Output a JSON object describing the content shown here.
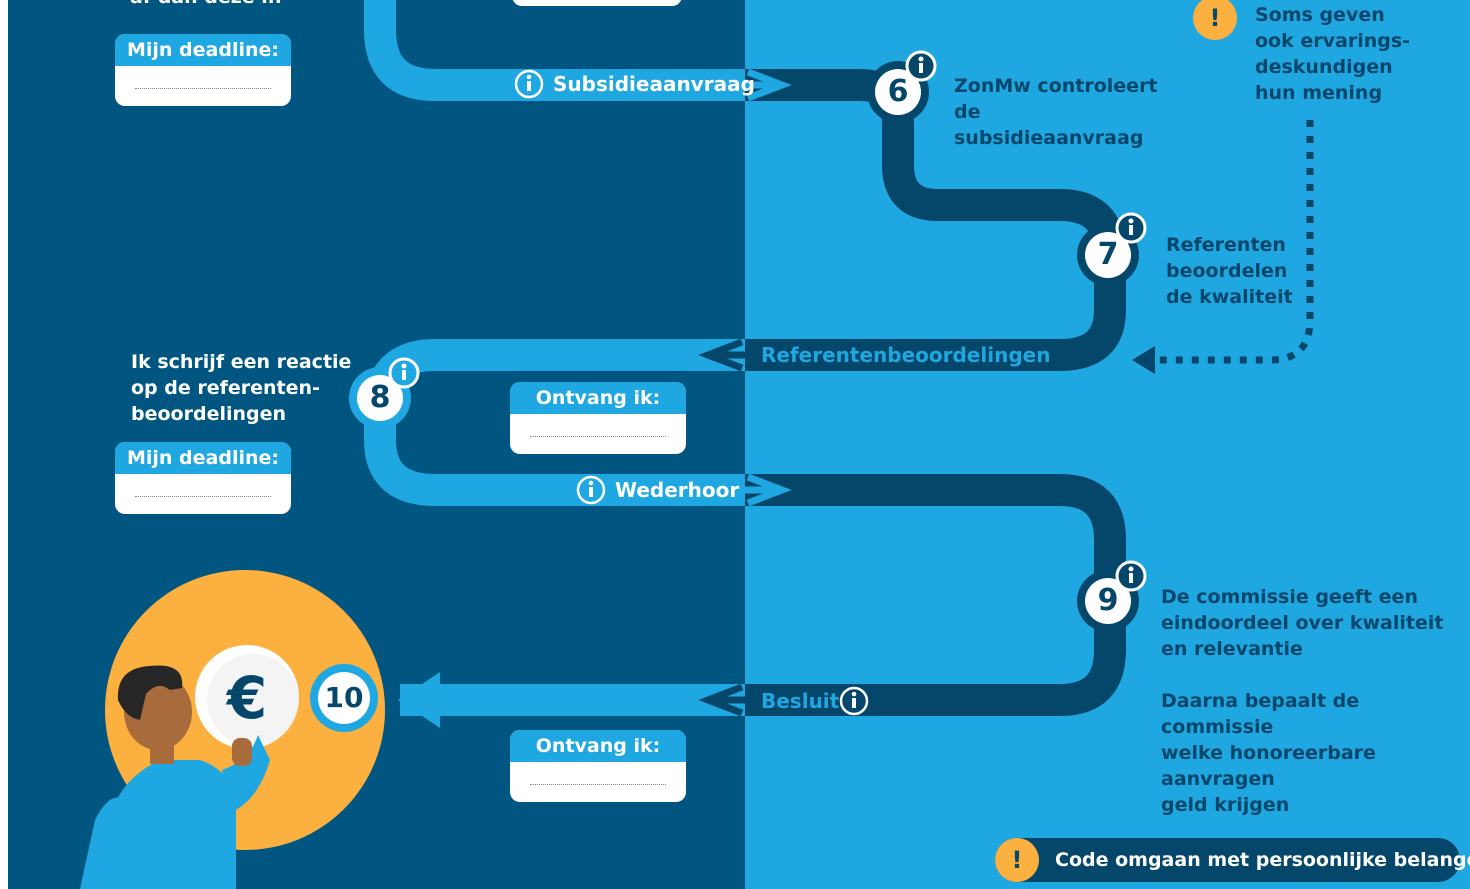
{
  "clipped_top_text": "af dan deze in",
  "cards": {
    "deadline_1": {
      "label": "Mijn deadline:"
    },
    "receive_1": {
      "label": "Ontvang ik:"
    },
    "deadline_2": {
      "label": "Mijn deadline:"
    },
    "receive_2": {
      "label": "Ontvang ik:"
    }
  },
  "edges": {
    "subsidieaanvraag": "Subsidieaanvraag",
    "referentenbeoordelingen": "Referentenbeoordelingen",
    "wederhoor": "Wederhoor",
    "besluit": "Besluit"
  },
  "steps": {
    "s6": {
      "number": "6",
      "text": "ZonMw controleert de subsidieaanvraag"
    },
    "s7": {
      "number": "7",
      "text_lines": [
        "Referenten",
        "beoordelen",
        "de kwaliteit"
      ]
    },
    "s8": {
      "number": "8",
      "text_lines": [
        "Ik schrijf een reactie",
        "op de referenten-",
        "beoordelingen"
      ]
    },
    "s9": {
      "number": "9",
      "text_lines": [
        "De commissie geeft een",
        "eindoordeel over kwaliteit",
        "en relevantie"
      ]
    },
    "s9b": {
      "text_lines": [
        "Daarna bepaalt de commissie",
        "welke honoreerbare aanvragen",
        "geld krijgen"
      ]
    },
    "s10": {
      "number": "10"
    }
  },
  "note": {
    "text_lines": [
      "Soms geven",
      "ook ervarings-",
      "deskundigen",
      "hun mening"
    ],
    "mark": "!"
  },
  "footer": {
    "mark": "!",
    "text": "Code omgaan met persoonlijke belangen"
  },
  "coin_symbol": "€",
  "colors": {
    "dark_navy": "#05476b",
    "panel_left": "#005680",
    "panel_right": "#1ea7e0",
    "path_light": "#1ea7e0",
    "path_dark": "#05476b",
    "accent": "#fbb040"
  },
  "icons": [
    "info-icon",
    "arrow-right-icon",
    "arrow-left-icon",
    "euro-coin-icon",
    "person-illustration",
    "warning-icon"
  ]
}
